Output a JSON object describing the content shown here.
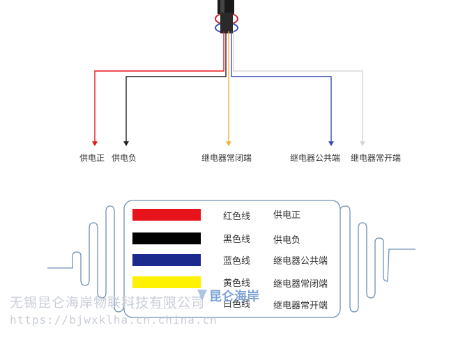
{
  "top_labels": {
    "power_positive": "供电正",
    "power_negative": "供电负",
    "relay_nc": "继电器常闭端",
    "relay_com": "继电器公共端",
    "relay_no": "继电器常开端"
  },
  "legend": [
    {
      "color_name": "红色线",
      "function": "供电正",
      "color": "#e8141c"
    },
    {
      "color_name": "黑色线",
      "function": "供电负",
      "color": "#000000"
    },
    {
      "color_name": "蓝色线",
      "function": "继电器公共端",
      "color": "#1c2a8e"
    },
    {
      "color_name": "黄色线",
      "function": "继电器常闭端",
      "color": "#fff200"
    },
    {
      "color_name": "白色线",
      "function": "继电器常开端",
      "color": "#ffffff"
    }
  ],
  "wire_colors": {
    "red": "#e8141c",
    "black": "#222222",
    "yellow": "#f2b43a",
    "blue": "#3a4fb5",
    "white": "#d6d6dc",
    "outline": "#6f8fb5"
  },
  "watermark": {
    "company": "无锡昆仑海岸物联科技有限公司",
    "url": "https://bjwxklha.cn.china.cn",
    "logo_text": "昆仑海岸"
  }
}
